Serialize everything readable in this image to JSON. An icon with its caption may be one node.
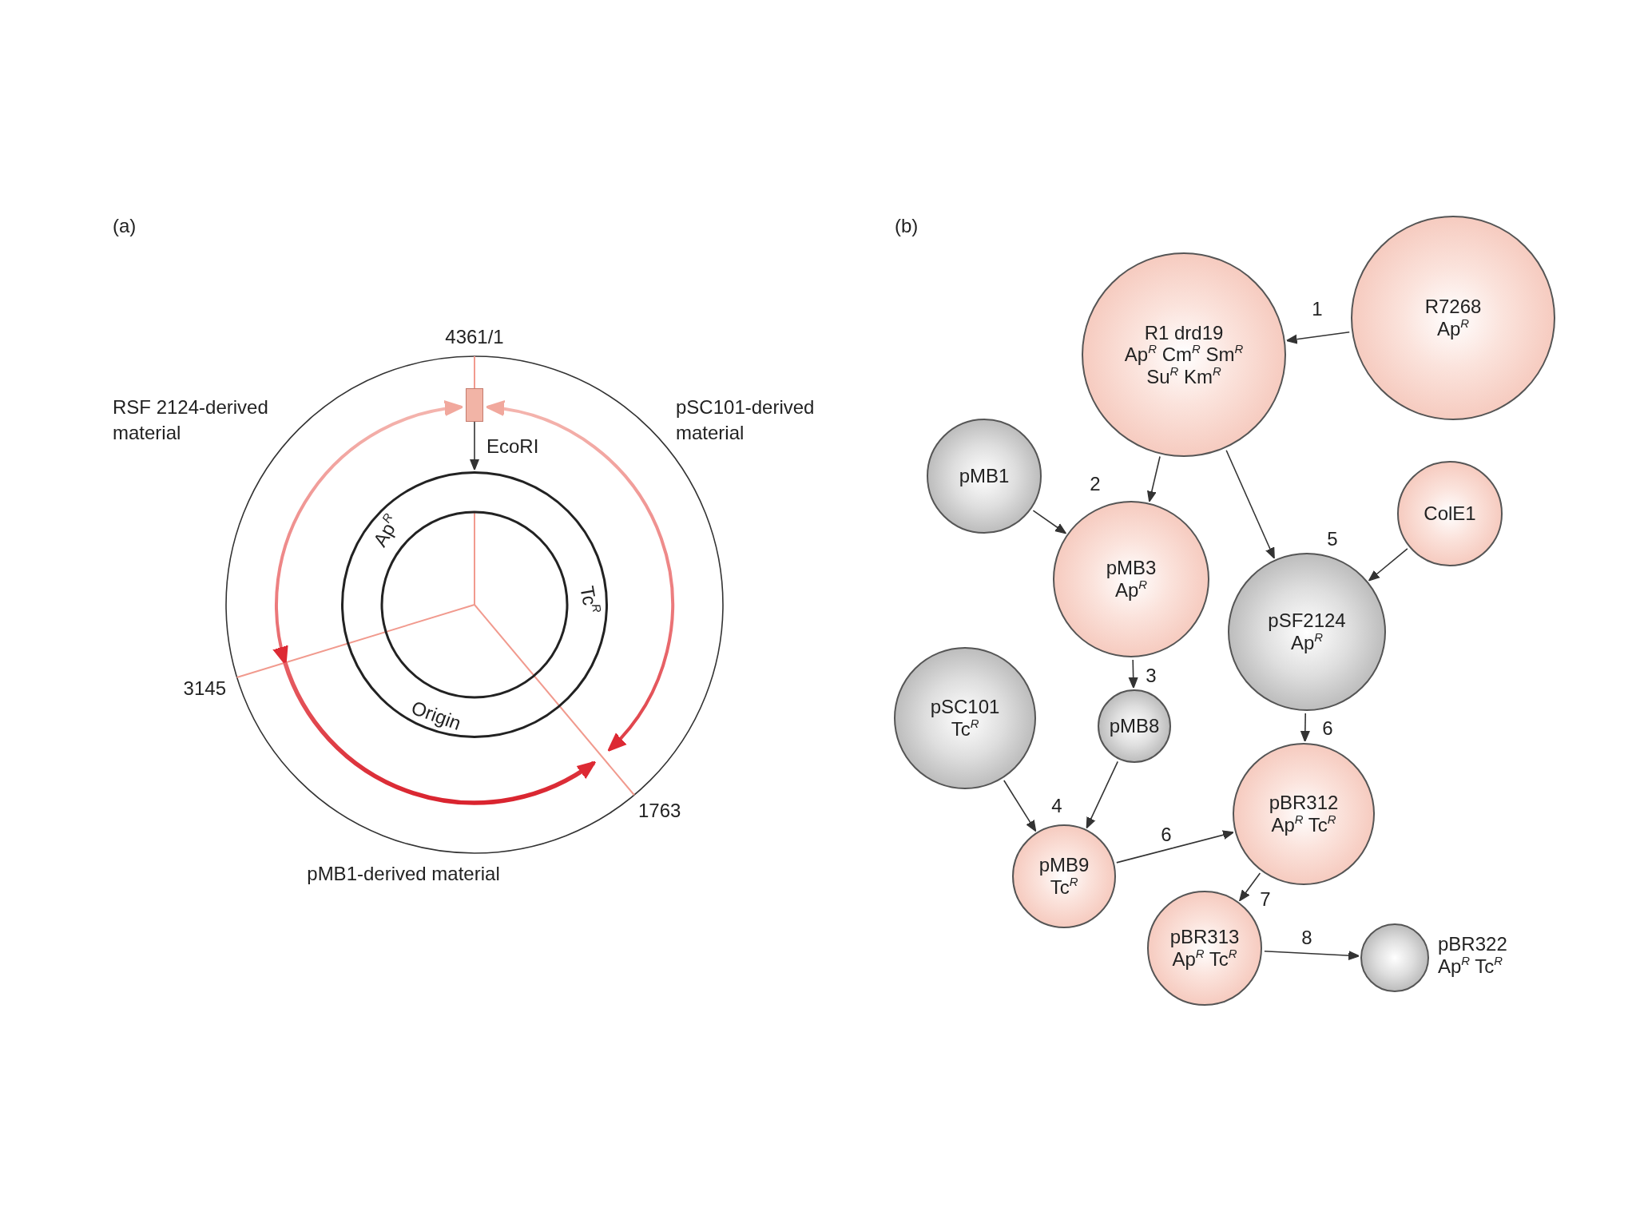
{
  "diagram": {
    "nodes": [
      {
        "text": [],
        "shape": "box"
      },
      {
        "text": [],
        "shape": "circle"
      },
      {
        "text": [
          "R1 drd19",
          "Ap$^{R}$ Cm$^{R}$ Sm$^{R}$ Su$^{R}$ Km$^{R}$"
        ]
      },
      {
        "text": [
          "R7268",
          "Ap$^{R}$"
        ]
      },
      {
        "text": [
          "pMB1"
        ]
      },
      {
        "text": [
          "pMB3",
          "Ap$^{R}$"
        ]
      },
      {
        "text": [
          "ColE1"
        ]
      },
      {
        "text": [
          "pSF2124",
          "Ap$^{R}$"
        ]
      },
      {
        "text": [
          "pSC101",
          "Tc$^{R}$"
        ]
      },
      {
        "text": [
          "pMB8"
        ]
      },
      {
        "text": [
          "pBR312",
          "Ap$^{R}$ Tc$^{R}$"
        ]
      },
      {
        "text": [
          "pMB9",
          "Tc$^{R}$"
        ]
      },
      {
        "text": [
          "pBR313",
          "Ap$^{R}$ Tc$^{R}$"
        ]
      },
      {
        "text": [],
        "shape": "circle",
        "beside": [
          "pBR322",
          "Ap$^{R}$ Tc$^{R}$"
        ]
      }
    ],
    "edges": [
      {
        "from": 0,
        "to": 1,
        "arrow": "to",
        "label": "EcoRI"
      },
      {
        "from": 3,
        "to": 2,
        "arrow": "to",
        "label": "1"
      },
      {
        "from": 2,
        "to": 5,
        "arrow": "to",
        "label": "2"
      },
      {
        "from": 4,
        "to": 5,
        "arrow": "to"
      },
      {
        "from": 2,
        "to": 7,
        "arrow": "to",
        "label": "5"
      },
      {
        "from": 6,
        "to": 7,
        "arrow": "to"
      },
      {
        "from": 5,
        "to": 9,
        "arrow": "to",
        "label": "3"
      },
      {
        "from": 8,
        "to": 11,
        "arrow": "to",
        "label": "4"
      },
      {
        "from": 9,
        "to": 11,
        "arrow": "to"
      },
      {
        "from": 7,
        "to": 10,
        "arrow": "to",
        "label": "6"
      },
      {
        "from": 11,
        "to": 10,
        "arrow": "to",
        "label": "6"
      },
      {
        "from": 10,
        "to": 12,
        "arrow": "to",
        "label": "7"
      },
      {
        "from": 12,
        "to": 13,
        "arrow": "to",
        "label": "8"
      }
    ],
    "labels": [
      "(a)",
      "(b)",
      "4361/1",
      "RSF 2124-derived material",
      "pSC101-derived material",
      "Ap$^{R}$",
      "Tc$^{R}$",
      "3145",
      "Origin",
      "1763",
      "pMB1-derived material"
    ]
  }
}
